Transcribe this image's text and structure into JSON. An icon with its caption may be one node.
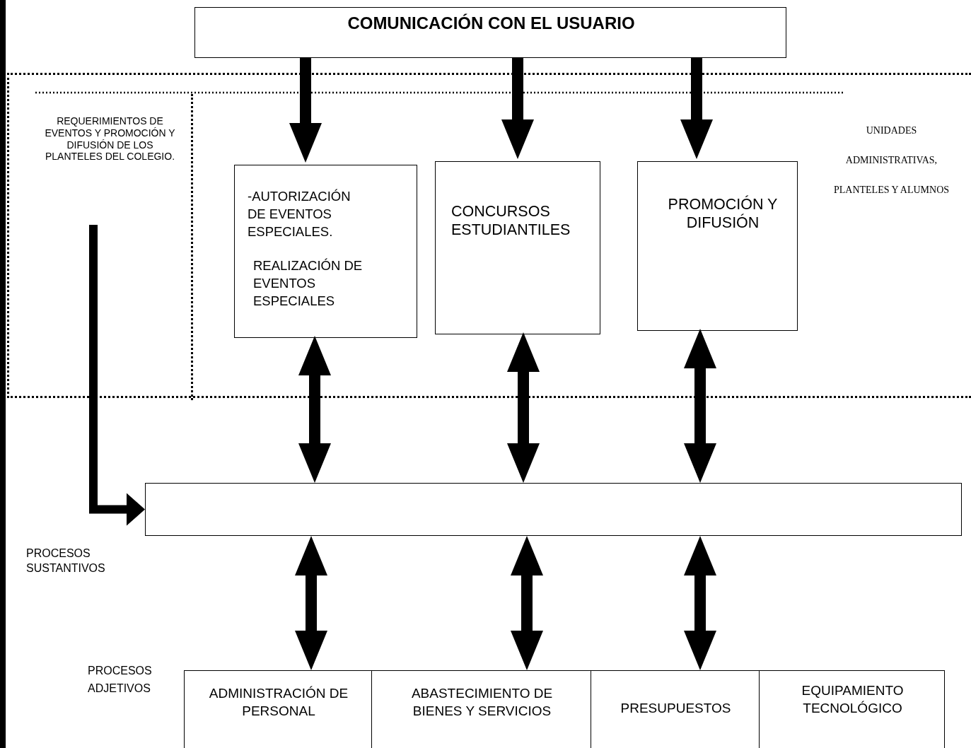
{
  "diagram": {
    "nodes": [
      {
        "text": [
          "COMUNICACIÓN CON EL USUARIO"
        ]
      },
      {
        "text": [
          "UNIDADES ADMINISTRATIVAS, PLANTELES Y ALUMNOS"
        ]
      },
      {
        "text": [
          "REQUERIMIENTOS DE EVENTOS Y PROMOCIÓN Y DIFUSIÓN DE LOS PLANTELES DEL COLEGIO."
        ],
        "in": 1
      },
      {
        "text": [
          "-AUTORIZACIÓN DE EVENTOS ESPECIALES.",
          "REALIZACIÓN DE EVENTOS ESPECIALES"
        ],
        "in": 1
      },
      {
        "text": [
          "CONCURSOS ESTUDIANTILES"
        ],
        "in": 1
      },
      {
        "text": [
          "PROMOCIÓN Y DIFUSIÓN"
        ],
        "in": 1
      },
      {
        "text": [],
        "shape": "box",
        "beside": [
          "PROCESOS SUSTANTIVOS"
        ]
      },
      {
        "text": [
          "ADMINISTRACIÓN DE PERSONAL"
        ]
      },
      {
        "text": [
          "ABASTECIMIENTO DE BIENES Y SERVICIOS"
        ]
      },
      {
        "text": [
          "PRESUPUESTOS"
        ]
      },
      {
        "text": [
          "EQUIPAMIENTO TECNOLÓGICO"
        ]
      }
    ],
    "edges": [
      {
        "from": 0,
        "to": 3,
        "arrow": "to"
      },
      {
        "from": 0,
        "to": 4,
        "arrow": "to"
      },
      {
        "from": 0,
        "to": 5,
        "arrow": "to"
      },
      {
        "from": 3,
        "to": 6,
        "arrow": "both"
      },
      {
        "from": 4,
        "to": 6,
        "arrow": "both"
      },
      {
        "from": 5,
        "to": 6,
        "arrow": "both"
      },
      {
        "from": 6,
        "to": 7,
        "arrow": "both"
      },
      {
        "from": 6,
        "to": 8,
        "arrow": "both"
      },
      {
        "from": 6,
        "to": 9,
        "arrow": "both"
      },
      {
        "from": 2,
        "to": 6,
        "arrow": "to"
      }
    ],
    "labels": [
      "PROCESOS ADJETIVOS"
    ]
  }
}
